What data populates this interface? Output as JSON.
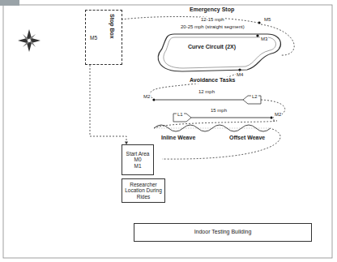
{
  "diagram": {
    "nodes": [
      {
        "text": [
          "Stop Box",
          "M5"
        ]
      },
      {
        "text": [
          "Start Area",
          "M0",
          "M1"
        ]
      },
      {
        "text": [
          "Researcher Location During Rides"
        ]
      },
      {
        "text": [
          "Indoor Testing Building"
        ]
      }
    ],
    "edges": [
      {
        "from": 0,
        "to": 1,
        "arrow": "to"
      }
    ],
    "labels": [
      "Emergency Stop",
      "12-15 mph",
      "M5",
      "20-25 mph (straight segment)",
      "M3",
      "Curve Circuit (2X)",
      "M4",
      "Avoidance Tasks",
      "M2",
      "12 mph",
      "L2",
      "L1",
      "15 mph",
      "M2",
      "Inline Weave",
      "Offset Weave"
    ]
  }
}
